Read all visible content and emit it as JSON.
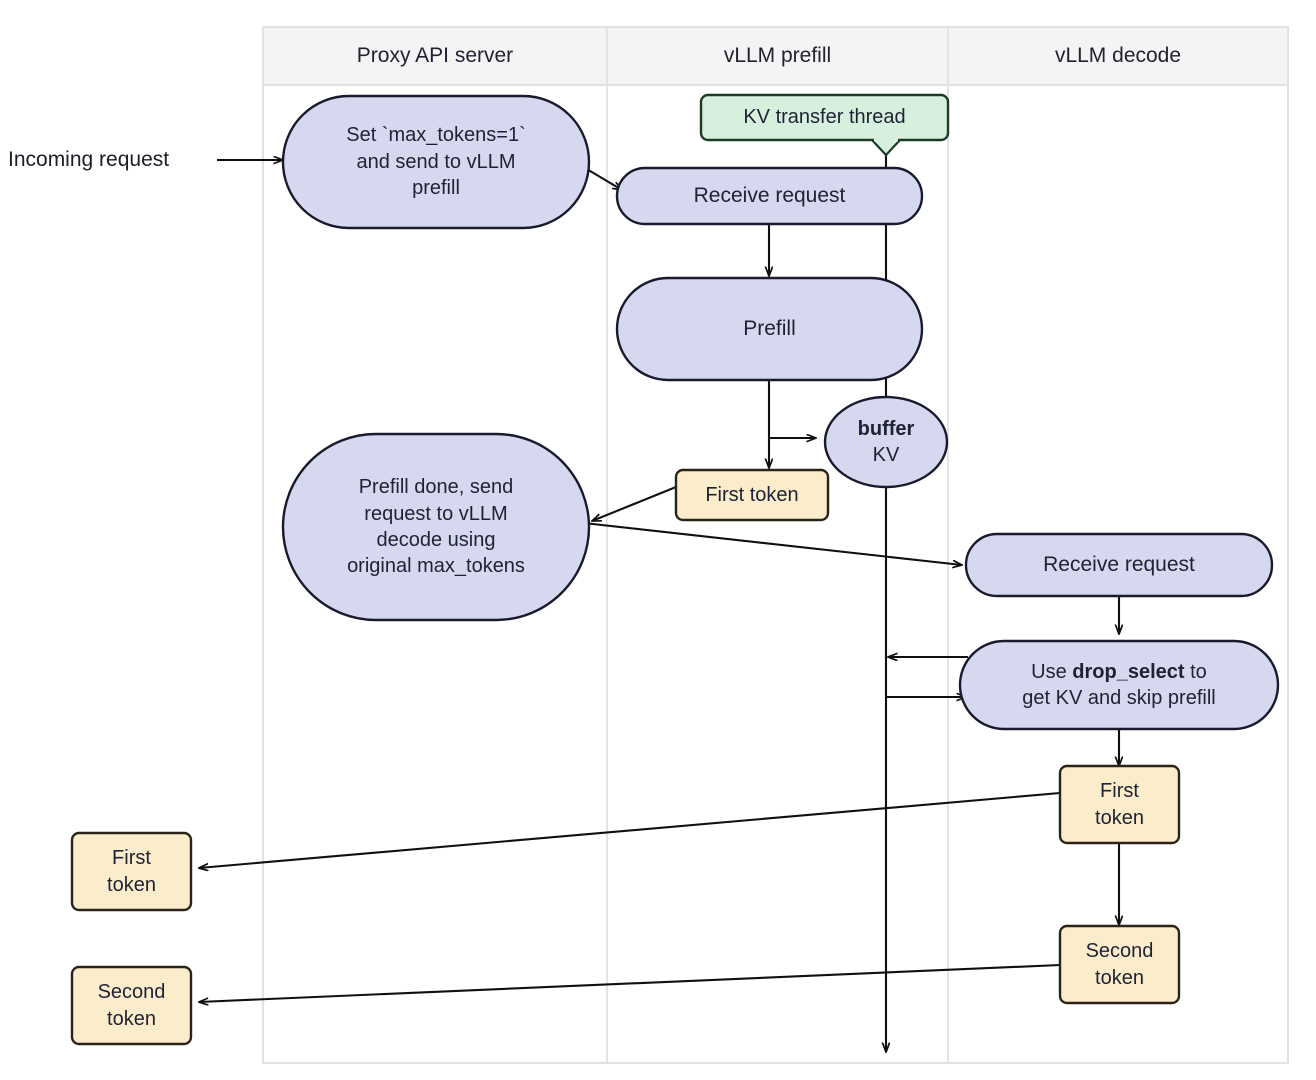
{
  "diagram": {
    "title_present": false,
    "type": "swimlane-flowchart",
    "colors": {
      "process_fill": "#d5d8ee",
      "process_stroke": "#1a1a2e",
      "token_fill": "#fbeccb",
      "token_stroke": "#2a2418",
      "note_fill": "#d6f0dd",
      "note_stroke": "#1d3a25",
      "lane_header_fill": "#f4f4f4",
      "lane_border": "#e2e2e2",
      "edge_stroke": "#0f0f14",
      "background": "#ffffff"
    },
    "lanes": [
      {
        "id": "proxy",
        "label": "Proxy API server"
      },
      {
        "id": "prefill",
        "label": "vLLM prefill"
      },
      {
        "id": "decode",
        "label": "vLLM decode"
      }
    ],
    "external_labels": [
      {
        "id": "incoming",
        "text": "Incoming request"
      }
    ],
    "nodes": [
      {
        "id": "set-max-tokens",
        "lane": "proxy",
        "shape": "stadium",
        "style": "process",
        "lines": [
          "Set `max_tokens=1`",
          "and send to vLLM",
          "prefill"
        ]
      },
      {
        "id": "kv-transfer-thread",
        "lane": "prefill",
        "shape": "note",
        "style": "note",
        "lines": [
          "KV transfer thread"
        ]
      },
      {
        "id": "prefill-receive-request",
        "lane": "prefill",
        "shape": "stadium",
        "style": "process",
        "lines": [
          "Receive request"
        ]
      },
      {
        "id": "prefill",
        "lane": "prefill",
        "shape": "stadium",
        "style": "process",
        "lines": [
          "Prefill"
        ]
      },
      {
        "id": "buffer-kv",
        "lane": "prefill",
        "shape": "ellipse",
        "style": "process",
        "lines": [
          "buffer",
          "KV"
        ],
        "bold_lines": [
          0
        ]
      },
      {
        "id": "prefill-first-token",
        "lane": "prefill",
        "shape": "rect",
        "style": "token",
        "lines": [
          "First token"
        ]
      },
      {
        "id": "prefill-done",
        "lane": "proxy",
        "shape": "stadium",
        "style": "process",
        "lines": [
          "Prefill done, send",
          "request to vLLM",
          "decode using",
          "original max_tokens"
        ]
      },
      {
        "id": "decode-receive-request",
        "lane": "decode",
        "shape": "stadium",
        "style": "process",
        "lines": [
          "Receive request"
        ]
      },
      {
        "id": "drop-select",
        "lane": "decode",
        "shape": "stadium",
        "style": "process",
        "lines": [
          "Use drop_select to",
          "get KV and skip prefill"
        ],
        "rich": [
          [
            {
              "t": "Use ",
              "b": false
            },
            {
              "t": "drop_select",
              "b": true
            },
            {
              "t": " to",
              "b": false
            }
          ],
          [
            {
              "t": "get KV and skip prefill",
              "b": false
            }
          ]
        ]
      },
      {
        "id": "decode-first-token",
        "lane": "decode",
        "shape": "rect",
        "style": "token",
        "lines": [
          "First",
          "token"
        ]
      },
      {
        "id": "decode-second-token",
        "lane": "decode",
        "shape": "rect",
        "style": "token",
        "lines": [
          "Second",
          "token"
        ]
      },
      {
        "id": "proxy-first-token",
        "lane": "proxy-out",
        "shape": "rect",
        "style": "token",
        "lines": [
          "First",
          "token"
        ]
      },
      {
        "id": "proxy-second-token",
        "lane": "proxy-out",
        "shape": "rect",
        "style": "token",
        "lines": [
          "Second",
          "token"
        ]
      }
    ],
    "edges": [
      {
        "from": "incoming",
        "to": "set-max-tokens",
        "label": ""
      },
      {
        "from": "set-max-tokens",
        "to": "prefill-receive-request",
        "label": ""
      },
      {
        "from": "kv-transfer-thread",
        "to": "prefill-receive-request",
        "label": ""
      },
      {
        "from": "prefill-receive-request",
        "to": "prefill",
        "label": ""
      },
      {
        "from": "prefill",
        "to": "prefill-first-token",
        "label": ""
      },
      {
        "from": "prefill",
        "to": "buffer-kv",
        "label": ""
      },
      {
        "from": "prefill-first-token",
        "to": "prefill-done",
        "label": ""
      },
      {
        "from": "prefill-done",
        "to": "decode-receive-request",
        "label": ""
      },
      {
        "from": "decode-receive-request",
        "to": "drop-select",
        "label": ""
      },
      {
        "from": "drop-select",
        "to": "kv-thread-line",
        "label": ""
      },
      {
        "from": "kv-thread-line",
        "to": "drop-select",
        "label": ""
      },
      {
        "from": "drop-select",
        "to": "decode-first-token",
        "label": ""
      },
      {
        "from": "decode-first-token",
        "to": "decode-second-token",
        "label": ""
      },
      {
        "from": "decode-first-token",
        "to": "proxy-first-token",
        "label": ""
      },
      {
        "from": "decode-second-token",
        "to": "proxy-second-token",
        "label": ""
      }
    ]
  }
}
